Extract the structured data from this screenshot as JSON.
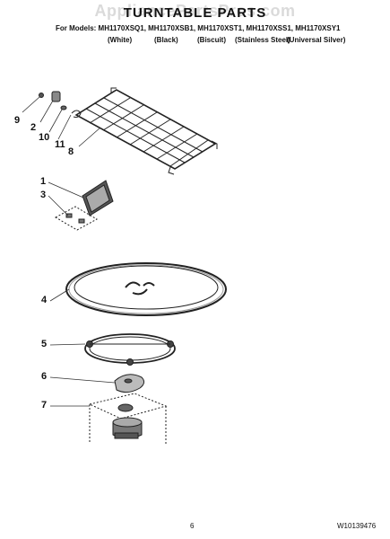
{
  "watermark": "AppliancePartsPros.com",
  "header": {
    "title": "TURNTABLE PARTS",
    "models": "For Models: MH1170XSQ1, MH1170XSB1, MH1170XST1, MH1170XSS1, MH1170XSY1",
    "variants": [
      "(White)",
      "(Black)",
      "(Biscuit)",
      "(Stainless Steel)",
      "(Universal Silver)"
    ]
  },
  "callouts": [
    "9",
    "2",
    "10",
    "11",
    "8",
    "1",
    "3",
    "4",
    "5",
    "6",
    "7"
  ],
  "footer": {
    "page_number": "6",
    "document_number": "W10139476"
  }
}
